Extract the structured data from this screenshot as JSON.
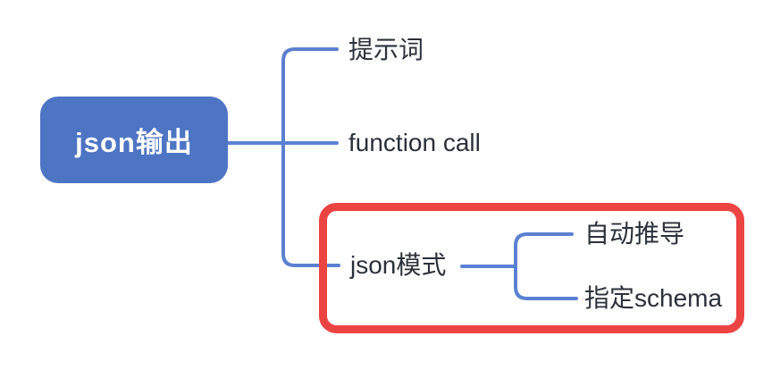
{
  "diagram_type": "mindmap",
  "root": {
    "label": "json输出"
  },
  "branches": [
    {
      "label": "提示词"
    },
    {
      "label": "function call"
    },
    {
      "label": "json模式",
      "highlighted": true,
      "children": [
        {
          "label": "自动推导"
        },
        {
          "label": "指定schema"
        }
      ]
    }
  ],
  "colors": {
    "background": "#ffffff",
    "root_node_bg": "#4e74c4",
    "root_node_text": "#ffffff",
    "connector_line": "#5b80d1",
    "topic_text": "#2b313a",
    "highlight_frame": "#ec4343"
  }
}
